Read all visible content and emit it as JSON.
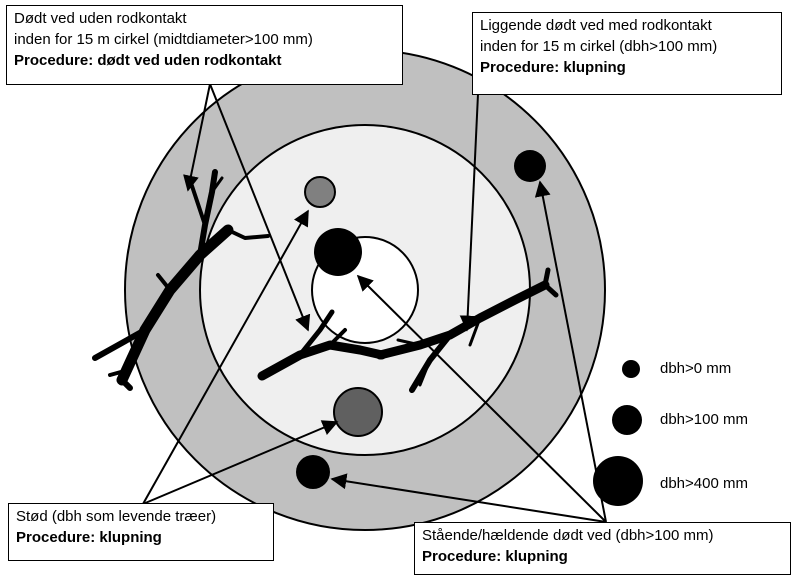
{
  "callouts": {
    "dead_no_root": {
      "line1": "Dødt ved uden rodkontakt",
      "line2": "inden for 15 m cirkel (midtdiameter>100 mm)",
      "procedure": "Procedure: dødt ved uden rodkontakt"
    },
    "lying_with_root": {
      "line1": "Liggende dødt ved med rodkontakt",
      "line2": "inden for 15 m cirkel (dbh>100 mm)",
      "procedure": "Procedure: klupning"
    },
    "stump": {
      "line1": "Stød (dbh som levende træer)",
      "procedure": "Procedure: klupning"
    },
    "standing": {
      "line1": "Stående/hældende dødt ved (dbh>100 mm)",
      "procedure": "Procedure: klupning"
    }
  },
  "legend": {
    "items": [
      {
        "label": "dbh>0 mm"
      },
      {
        "label": "dbh>100 mm"
      },
      {
        "label": "dbh>400 mm"
      }
    ]
  },
  "colors": {
    "outer_ring": "#c0c0c0",
    "middle_ring": "#efefef",
    "inner_circle": "#ffffff",
    "stump_light": "#808080",
    "stump_dark": "#606060",
    "log": "#000000"
  }
}
